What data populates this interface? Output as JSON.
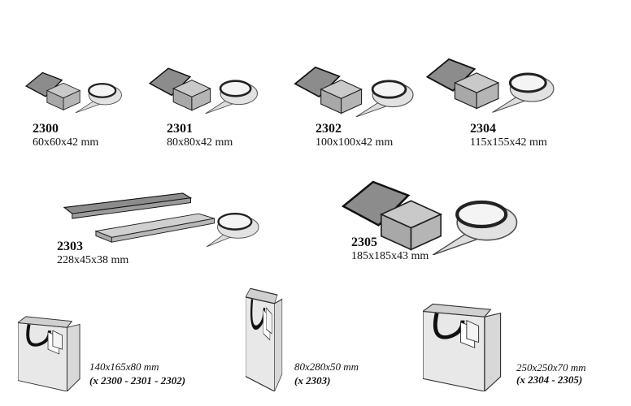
{
  "boxes": [
    {
      "code": "2300",
      "dims": "60x60x42 mm"
    },
    {
      "code": "2301",
      "dims": "80x80x42 mm"
    },
    {
      "code": "2302",
      "dims": "100x100x42 mm"
    },
    {
      "code": "2304",
      "dims": "115x155x42 mm"
    },
    {
      "code": "2303",
      "dims": "228x45x38 mm"
    },
    {
      "code": "2305",
      "dims": "185x185x43 mm"
    }
  ],
  "bags": [
    {
      "dims": "140x165x80 mm",
      "fits": "(x 2300 - 2301 - 2302)"
    },
    {
      "dims": "80x280x50 mm",
      "fits": "(x 2303)"
    },
    {
      "dims": "250x250x70 mm",
      "fits": "(x 2304 - 2305)"
    }
  ],
  "colors": {
    "lid": "#8c8c8c",
    "box_top": "#bdbdbd",
    "box_side": "#a3a3a3",
    "bag": "#e6e6e6",
    "handle": "#111111"
  }
}
